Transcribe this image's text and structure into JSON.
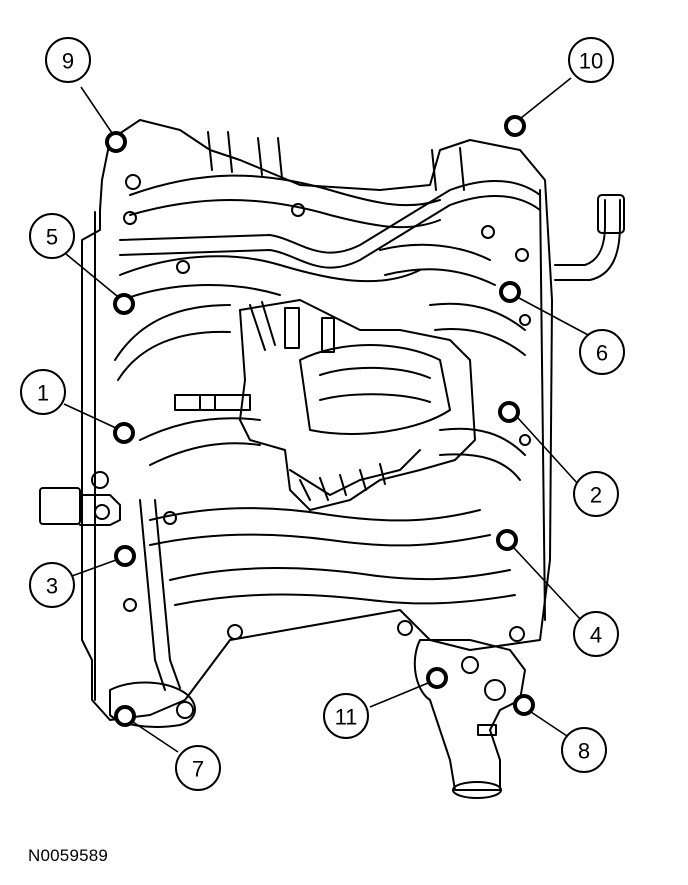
{
  "figure_id": "N0059589",
  "callouts": {
    "c1": "1",
    "c2": "2",
    "c3": "3",
    "c4": "4",
    "c5": "5",
    "c6": "6",
    "c7": "7",
    "c8": "8",
    "c9": "9",
    "c10": "10",
    "c11": "11"
  },
  "colors": {
    "line": "#000000",
    "bolt": "#1a1a1a",
    "background": "#ffffff"
  }
}
